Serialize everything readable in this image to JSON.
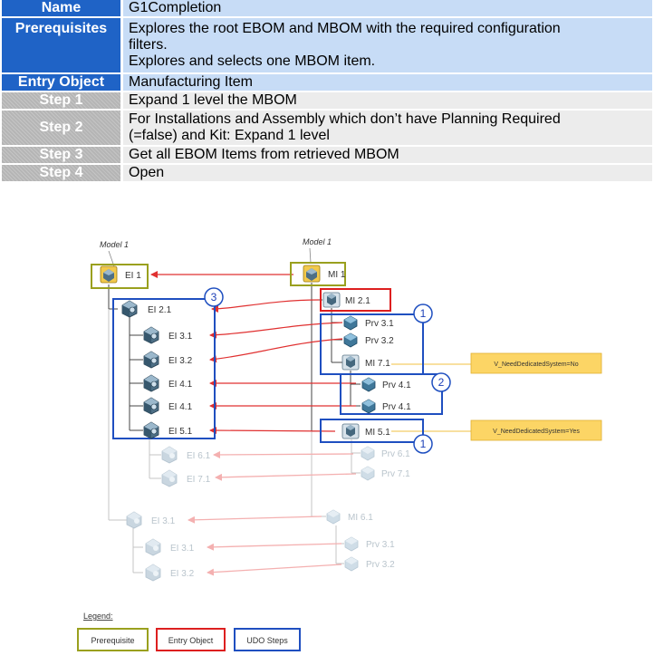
{
  "table": {
    "name_label": "Name",
    "name_value": "G1Completion",
    "prereq_label": "Prerequisites",
    "prereq_line1": "Explores the root EBOM and MBOM with the required configuration",
    "prereq_line2": "filters.",
    "prereq_line3": "Explores and selects one MBOM item.",
    "entry_label": "Entry Object",
    "entry_value": "Manufacturing Item",
    "steps": [
      {
        "label": "Step 1",
        "line1": "Expand 1 level the MBOM",
        "line2": ""
      },
      {
        "label": "Step 2",
        "line1": "For Installations and Assembly which don’t have Planning Required",
        "line2": "(=false) and Kit: Expand 1 level"
      },
      {
        "label": "Step 3",
        "line1": "Get all EBOM Items from retrieved MBOM",
        "line2": ""
      },
      {
        "label": "Step 4",
        "line1": "Open",
        "line2": ""
      }
    ]
  },
  "diagram": {
    "model_left": "Model 1",
    "model_right": "Model 1",
    "ebom_root": "EI 1",
    "ebom_items": [
      "EI 2.1",
      "EI 3.1",
      "EI 3.2",
      "EI 4.1",
      "EI 4.1",
      "EI 5.1"
    ],
    "ebom_faded": [
      "EI 6.1",
      "EI 7.1",
      "EI 3.1",
      "EI 3.1",
      "EI 3.2"
    ],
    "mbom_root": "MI 1",
    "mbom_items": [
      "MI 2.1",
      "Prv 3.1",
      "Prv 3.2",
      "MI 7.1",
      "Prv 4.1",
      "Prv 4.1",
      "MI 5.1"
    ],
    "mbom_faded": [
      "Prv 6.1",
      "Prv 7.1",
      "MI 6.1",
      "Prv 3.1",
      "Prv 3.2"
    ],
    "callouts": [
      "V_NeedDedicatedSystem=No",
      "V_NeedDedicatedSystem=Yes"
    ],
    "step_markers": [
      "3",
      "1",
      "2",
      "1"
    ],
    "colors": {
      "prerequisite": "#9aa01e",
      "entry_object": "#dd1f1f",
      "udo_steps": "#1f4fc0",
      "arrow": "#e03030",
      "callout_fill": "#fcd565",
      "header_blue": "#1f63c6"
    }
  },
  "legend": {
    "title": "Legend:",
    "prerequisite": "Prerequisite",
    "entry_object": "Entry Object",
    "udo_steps": "UDO Steps"
  }
}
